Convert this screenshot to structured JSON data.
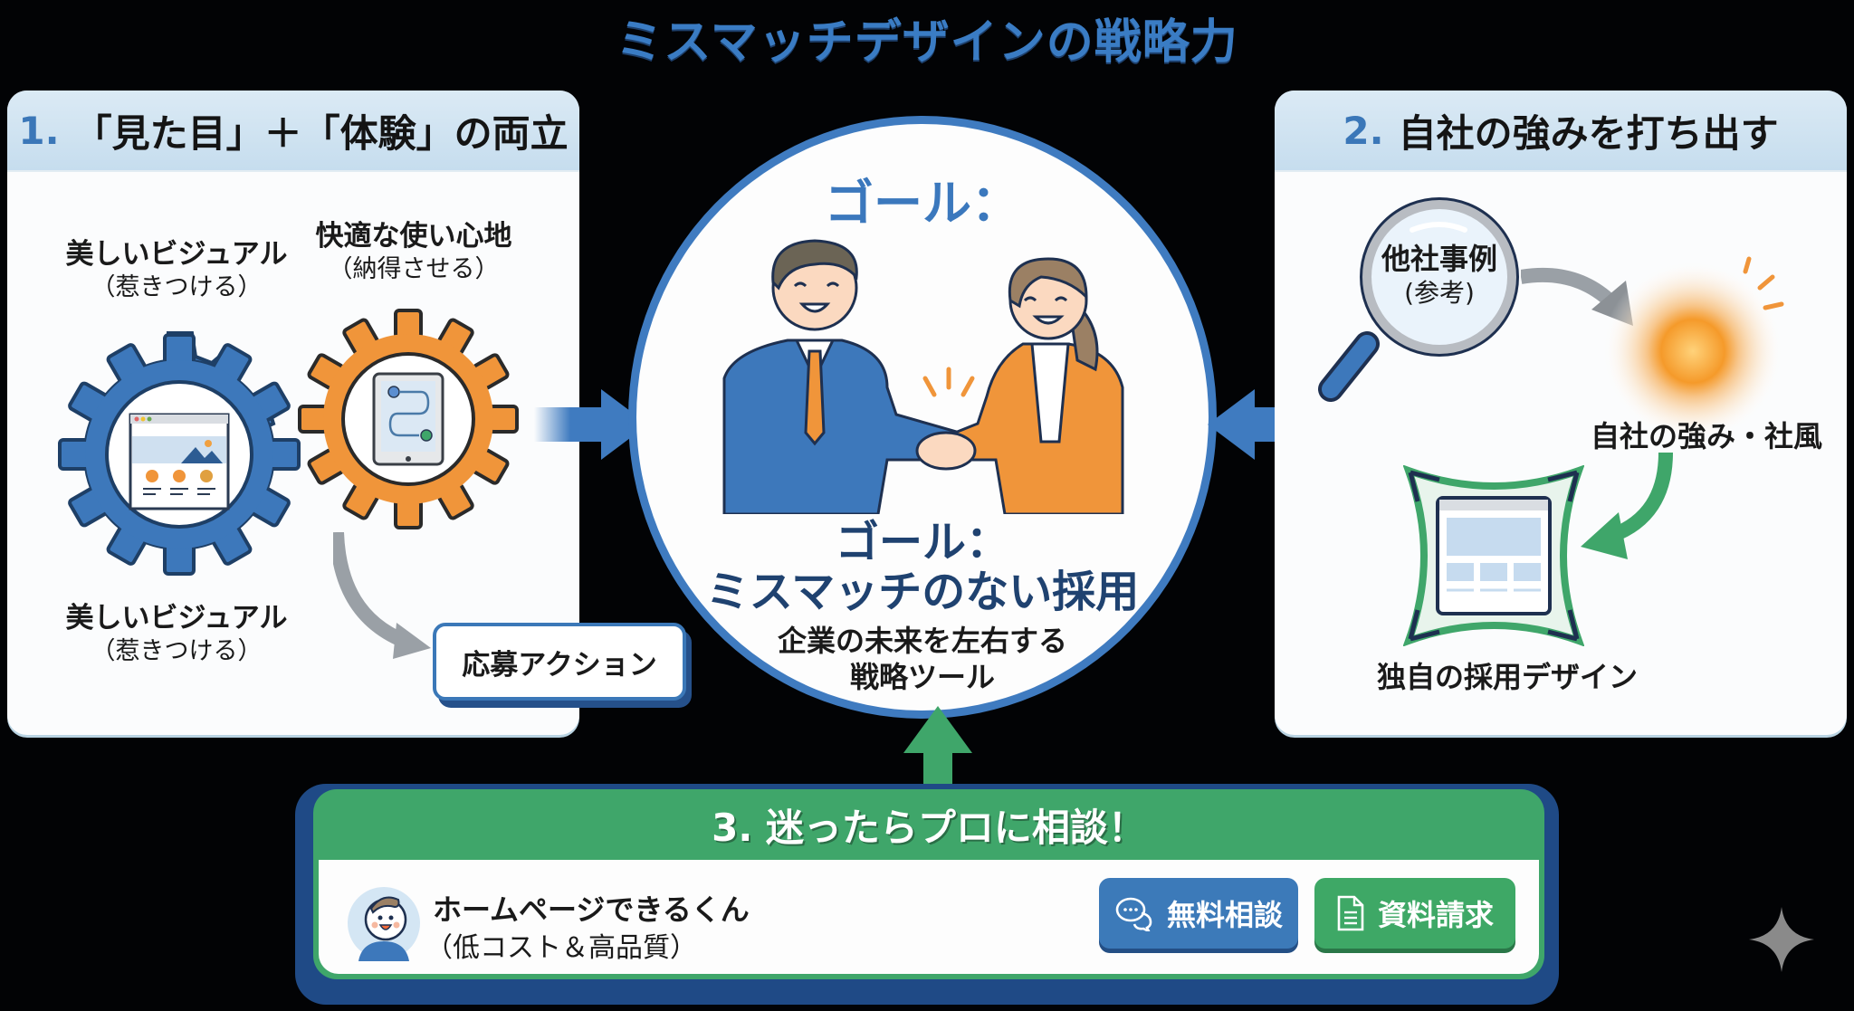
{
  "title": "ミスマッチデザインの戦略力",
  "panel1": {
    "number": "1.",
    "heading": "「見た目」＋「体験」の両立",
    "gear_blue": {
      "label": "美しいビジュアル",
      "sub": "（惹きつける）",
      "icon": "web-page-icon"
    },
    "gear_orange": {
      "label": "快適な使い心地",
      "sub": "（納得させる）",
      "icon": "tablet-flow-icon"
    },
    "bottom_label": {
      "label": "美しいビジュアル",
      "sub": "（惹きつける）"
    },
    "action": "応募アクション"
  },
  "center": {
    "goal_top": "ゴール：",
    "goal_title_line1": "ゴール：",
    "goal_title_line2": "ミスマッチのない採用",
    "goal_sub_line1": "企業の未来を左右する",
    "goal_sub_line2": "戦略ツール",
    "illustration": "handshake-illustration"
  },
  "panel2": {
    "number": "2.",
    "heading": "自社の強みを打ち出す",
    "magnifier_label": "他社事例",
    "magnifier_sub": "(参考)",
    "sun_label": "自社の強み・社風",
    "design_label": "独自の採用デザイン"
  },
  "panel3": {
    "heading": "3. 迷ったらプロに相談！",
    "brand_name": "ホームページできるくん",
    "brand_sub": "（低コスト＆高品質）",
    "buttons": [
      {
        "label": "無料相談",
        "icon": "chat-bubbles-icon",
        "color": "#3c7ab9"
      },
      {
        "label": "資料請求",
        "icon": "document-icon",
        "color": "#3ea866"
      }
    ]
  },
  "colors": {
    "blue": "#3f7bc0",
    "orange": "#f0953a",
    "green": "#3fa66a",
    "navy": "#1f4a86",
    "header_bg": "#cfe2f1"
  }
}
